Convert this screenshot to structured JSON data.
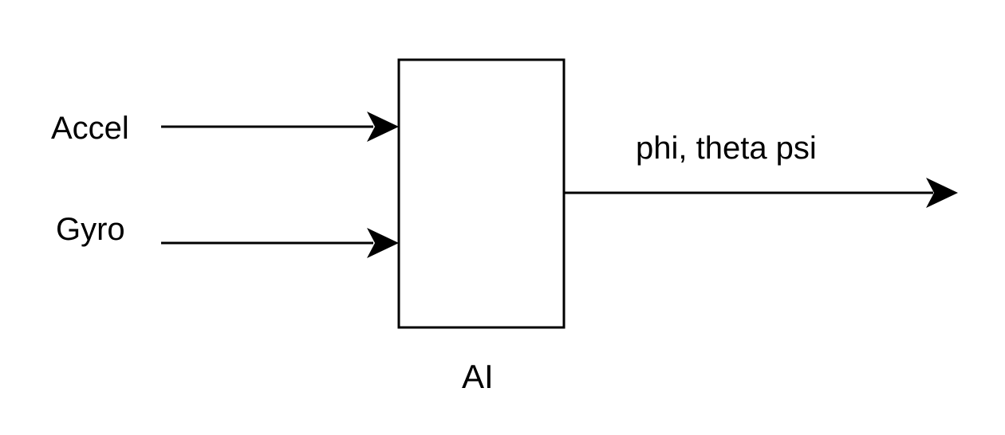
{
  "inputs": [
    {
      "label": "Accel"
    },
    {
      "label": "Gyro"
    }
  ],
  "block": {
    "label": "AI"
  },
  "output": {
    "label": "phi, theta psi"
  },
  "colors": {
    "stroke": "#000000",
    "background": "#ffffff"
  }
}
